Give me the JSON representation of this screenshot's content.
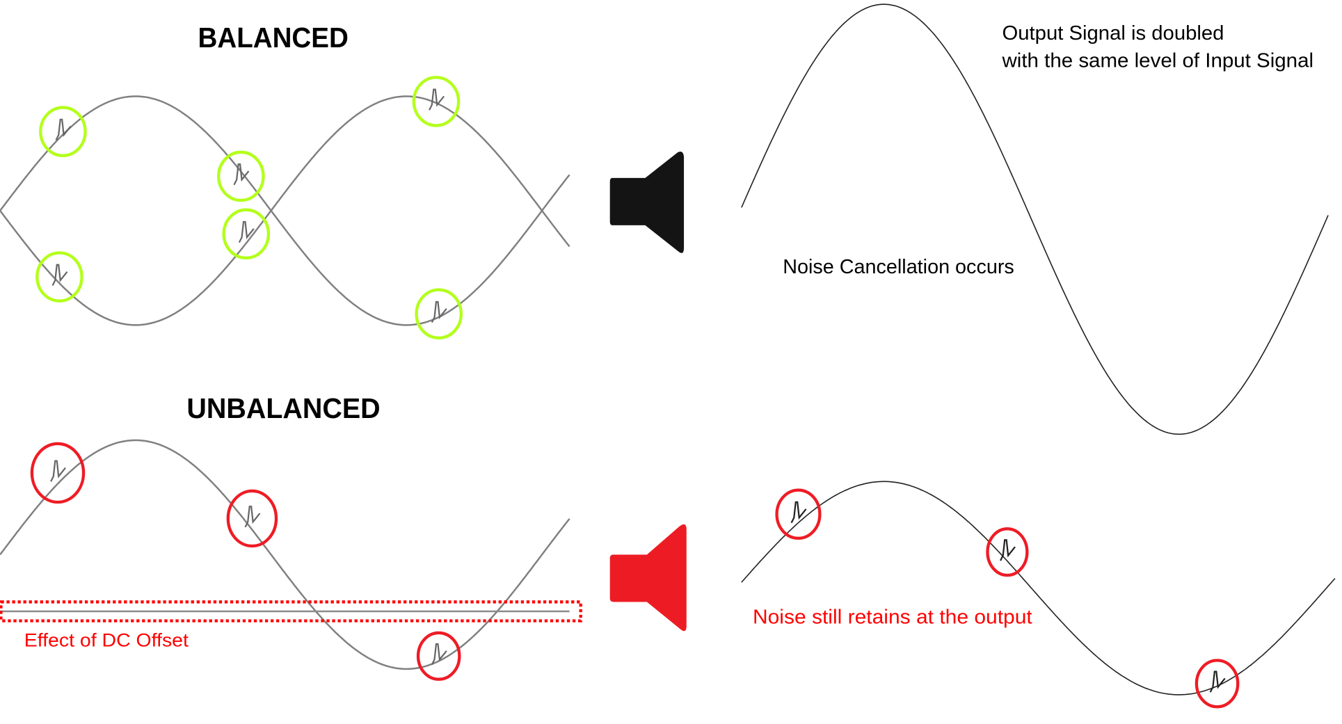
{
  "balanced": {
    "title": "BALANCED"
  },
  "unbalanced": {
    "title": "UNBALANCED",
    "dc_offset_label": "Effect of DC Offset"
  },
  "output_balanced": {
    "line1": "Output Signal is doubled",
    "line2": "with the same level of Input Signal",
    "note": "Noise Cancellation occurs"
  },
  "output_unbalanced": {
    "note": "Noise still retains at the output"
  },
  "icons": {
    "balanced_speaker": "speaker-icon",
    "unbalanced_speaker": "speaker-icon"
  },
  "colors": {
    "balanced_marker": "#b3ff1a",
    "unbalanced_marker": "#ee1c25",
    "input_wave": "#808080",
    "output_wave": "#222222",
    "speaker_black": "#141414",
    "speaker_red": "#ed1c24",
    "warning_text": "#ff0000"
  }
}
